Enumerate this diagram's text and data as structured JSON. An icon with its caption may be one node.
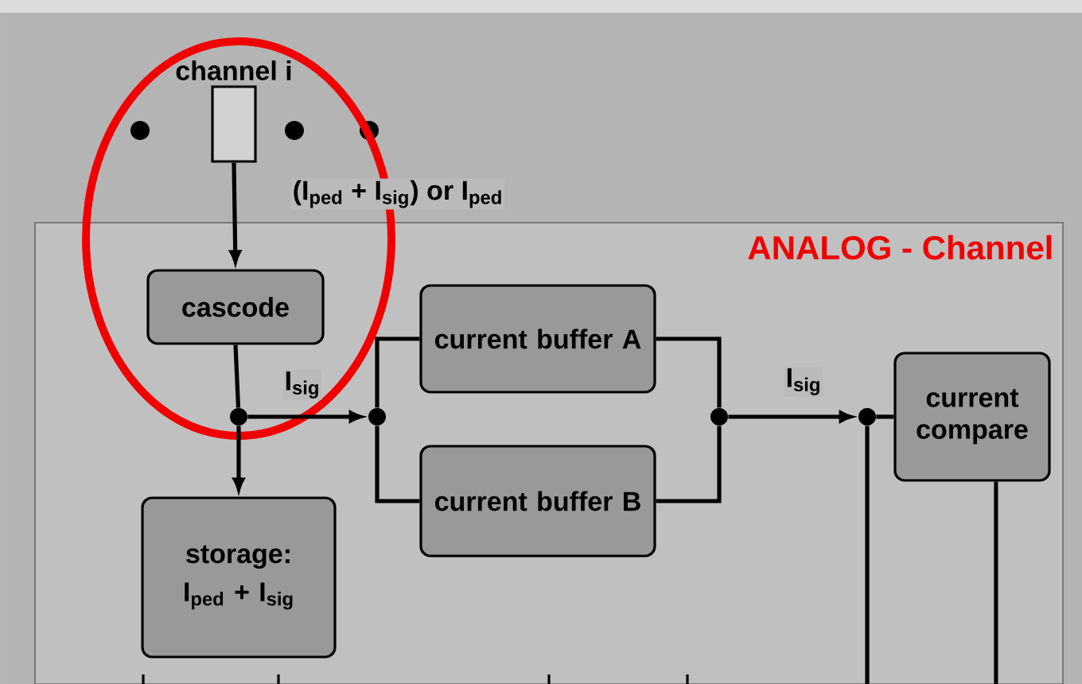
{
  "diagram": {
    "nodes": [
      {
        "text": [
          "ANALOG - Channel"
        ]
      },
      {
        "text": [
          "channel i"
        ]
      },
      {
        "text": [
          "cascode"
        ],
        "in": 0
      },
      {
        "text": [
          "current buffer A"
        ],
        "in": 0
      },
      {
        "text": [
          "current buffer B"
        ],
        "in": 0
      },
      {
        "text": [
          "storage:",
          "I$_{ped}$ + I$_{sig}$"
        ],
        "in": 0
      },
      {
        "text": [
          "current compare"
        ],
        "in": 0
      },
      {
        "text": [],
        "shape": "circle",
        "in": 0
      },
      {
        "text": [],
        "shape": "circle",
        "in": 0
      },
      {
        "text": [],
        "shape": "circle",
        "in": 0
      },
      {
        "text": [],
        "shape": "circle",
        "in": 0
      },
      {
        "text": [],
        "shape": "circle"
      },
      {
        "text": [],
        "shape": "circle"
      },
      {
        "text": [],
        "shape": "circle"
      }
    ],
    "edges": [
      {
        "from": 1,
        "to": 2,
        "arrow": "to",
        "label": "(I$_{ped}$ + I$_{sig}$) or I$_{ped}$"
      },
      {
        "from": 2,
        "to": 7,
        "arrow": "none"
      },
      {
        "from": 7,
        "to": 5,
        "arrow": "to"
      },
      {
        "from": 7,
        "to": 8,
        "arrow": "to",
        "label": "I$_{sig}$"
      },
      {
        "from": 8,
        "to": 3,
        "arrow": "none"
      },
      {
        "from": 8,
        "to": 4,
        "arrow": "none"
      },
      {
        "from": 3,
        "to": 9,
        "arrow": "none"
      },
      {
        "from": 4,
        "to": 9,
        "arrow": "none"
      },
      {
        "from": 9,
        "to": 10,
        "arrow": "to",
        "label": "I$_{sig}$"
      },
      {
        "from": 10,
        "to": 6,
        "arrow": "none"
      },
      {
        "from": 10,
        "to": null,
        "arrow": "none"
      },
      {
        "from": 6,
        "to": null,
        "arrow": "none"
      }
    ]
  }
}
